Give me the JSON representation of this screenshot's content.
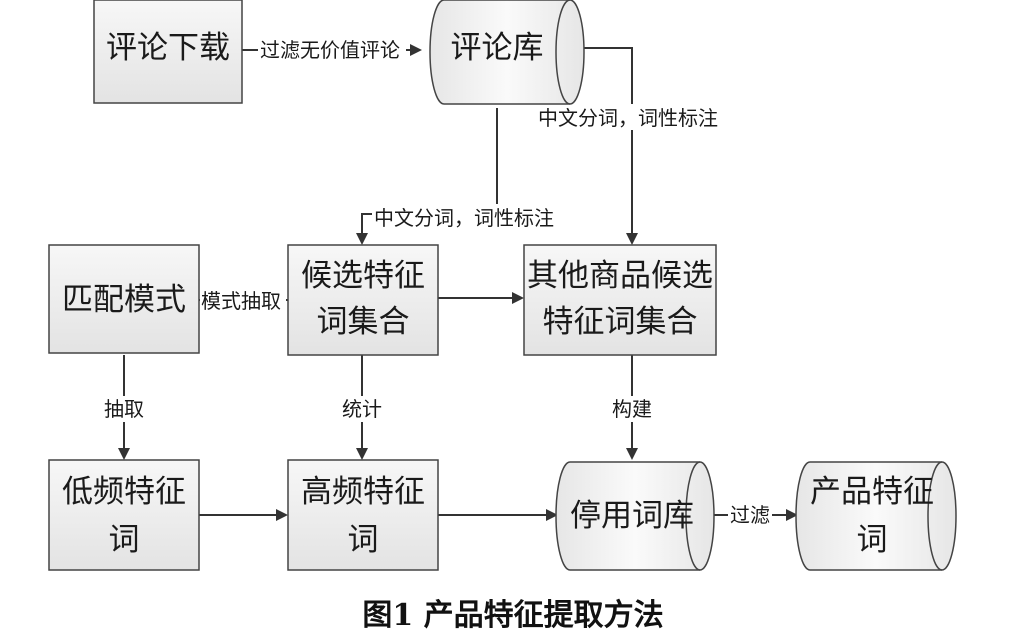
{
  "nodes": {
    "comment_download": "评论下载",
    "comment_store": "评论库",
    "match_pattern": "匹配模式",
    "candidate_set_line1": "候选特征",
    "candidate_set_line2": "词集合",
    "other_set_line1": "其他商品候选",
    "other_set_line2": "特征词集合",
    "low_freq_line1": "低频特征",
    "low_freq_line2": "词",
    "high_freq_line1": "高频特征",
    "high_freq_line2": "词",
    "stopword_store": "停用词库",
    "product_feature_line1": "产品特征",
    "product_feature_line2": "词"
  },
  "edges": {
    "filter_useless": "过滤无价值评论",
    "segment_tag_right": "中文分词，词性标注",
    "segment_tag_mid": "中文分词，词性标注",
    "pattern_extract": "模式抽取",
    "extract": "抽取",
    "statistics": "统计",
    "build": "构建",
    "filter": "过滤"
  },
  "caption": "图1   产品特征提取方法"
}
